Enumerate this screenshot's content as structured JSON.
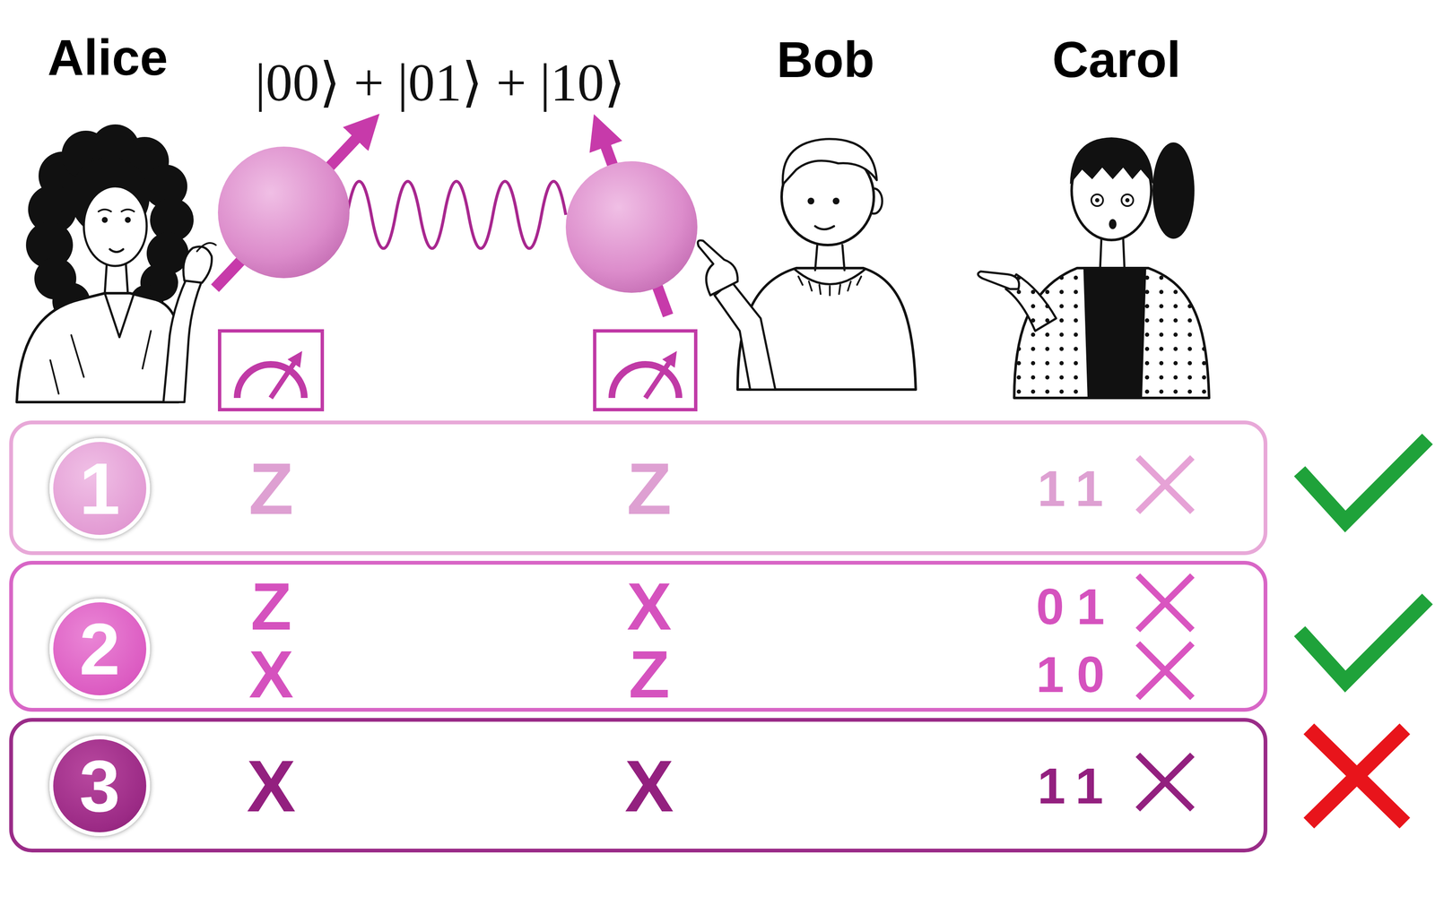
{
  "diagram": {
    "nodes": [
      {
        "text": [
          "Z",
          "Z",
          "11"
        ]
      },
      {
        "text": [
          "1"
        ],
        "in": 0
      },
      {
        "text": [
          "Z",
          "X",
          "01",
          "X",
          "Z",
          "10"
        ]
      },
      {
        "text": [
          "2"
        ],
        "in": 2
      },
      {
        "text": [
          "X",
          "X",
          "11"
        ]
      },
      {
        "text": [
          "3"
        ],
        "in": 4
      }
    ],
    "labels": [
      "Alice",
      "|00⟩ + |01⟩ + |10⟩",
      "Bob",
      "Carol"
    ]
  }
}
